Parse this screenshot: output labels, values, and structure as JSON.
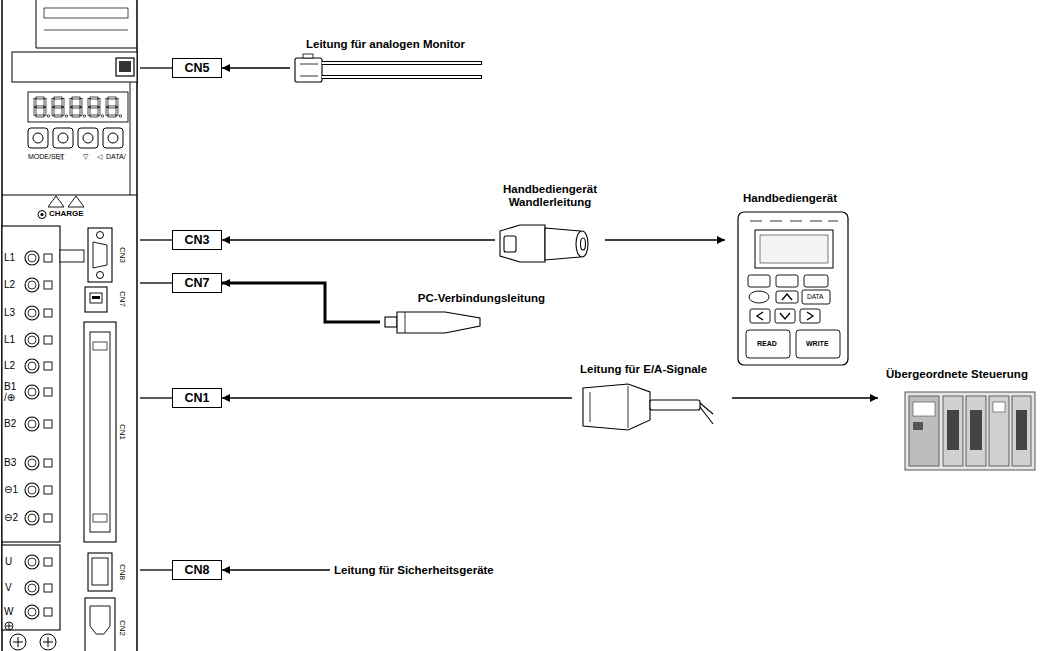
{
  "diagram": {
    "nodes": [
      {
        "text": [
          "CN5"
        ]
      },
      {
        "text": [
          "Leitung für analogen Monitor"
        ]
      },
      {
        "text": [
          "CN3"
        ]
      },
      {
        "text": [
          "Handbediengerät Wandlerleitung"
        ]
      },
      {
        "text": [
          "Handbediengerät"
        ]
      },
      {
        "text": [
          "CN7"
        ]
      },
      {
        "text": [
          "PC-Verbindungsleitung"
        ]
      },
      {
        "text": [
          "CN1"
        ]
      },
      {
        "text": [
          "Leitung für E/A-Signale"
        ]
      },
      {
        "text": [
          "Übergeordnete Steuerung"
        ]
      },
      {
        "text": [
          "CN8"
        ]
      },
      {
        "text": [
          "Leitung für Sicherheitsgeräte"
        ]
      }
    ],
    "edges": [
      {
        "from": 1,
        "to": 0,
        "arrow": "to"
      },
      {
        "from": 3,
        "to": 2,
        "arrow": "to"
      },
      {
        "from": 3,
        "to": 4,
        "arrow": "to"
      },
      {
        "from": 6,
        "to": 5,
        "arrow": "to"
      },
      {
        "from": 8,
        "to": 7,
        "arrow": "to"
      },
      {
        "from": 8,
        "to": 9,
        "arrow": "to"
      },
      {
        "from": 11,
        "to": 10,
        "arrow": "to"
      }
    ],
    "labels": [
      "MODE/SET",
      "△",
      "▽",
      "◁",
      "DATA/",
      "CHARGE",
      "L1",
      "L2",
      "L3",
      "L1",
      "L2",
      "B1 /⊕",
      "B2",
      "B3",
      "⊖1",
      "⊖2",
      "CN3",
      "CN7",
      "CN1",
      "CN8",
      "U",
      "V",
      "W",
      "CN2",
      "DATA",
      "READ",
      "WRITE"
    ]
  }
}
